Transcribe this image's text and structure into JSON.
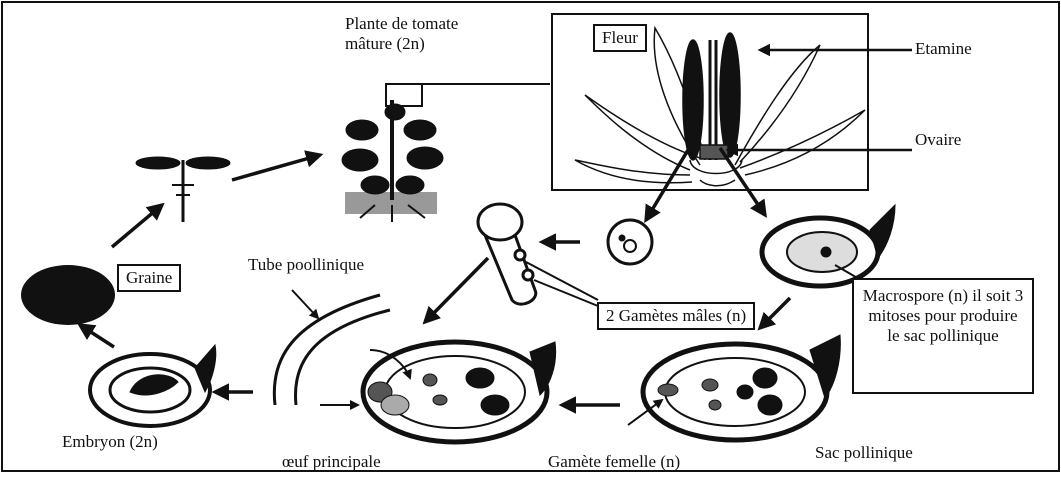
{
  "labels": {
    "plant": "Plante de tomate mâture (2n)",
    "flower": "Fleur",
    "stamen": "Etamine",
    "ovary": "Ovaire",
    "seed": "Graine",
    "pollen_tube": "Tube poollinique",
    "male_gametes": "2 Gamètes mâles (n)",
    "macrospore": "Macrospore (n) il soit 3 mitoses pour produire le sac pollinique",
    "embryo": "Embryon (2n)",
    "main_egg": "œuf principale",
    "female_gamete": "Gamète femelle (n)",
    "pollen_sac": "Sac pollinique"
  }
}
